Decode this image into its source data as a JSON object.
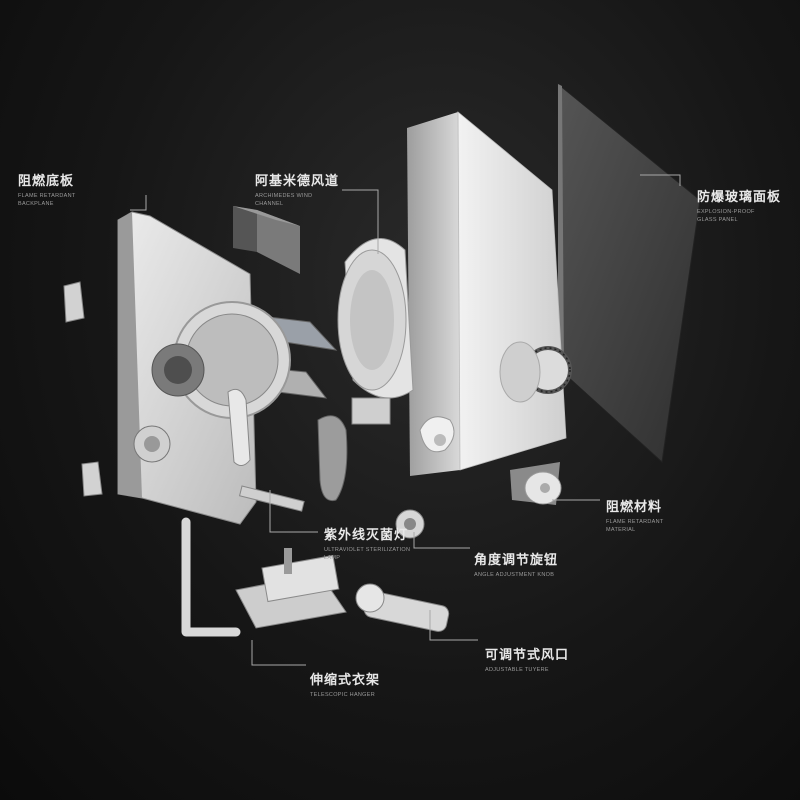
{
  "labels": {
    "backplane": {
      "zh": "阻燃底板",
      "en1": "FLAME RETARDANT",
      "en2": "BACKPLANE"
    },
    "wind": {
      "zh": "阿基米德风道",
      "en1": "ARCHIMEDES WIND",
      "en2": "CHANNEL"
    },
    "glass": {
      "zh": "防爆玻璃面板",
      "en1": "EXPLOSION-PROOF",
      "en2": "GLASS PANEL"
    },
    "material": {
      "zh": "阻燃材料",
      "en1": "FLAME RETARDANT",
      "en2": "MATERIAL"
    },
    "uv": {
      "zh": "紫外线灭菌灯",
      "en1": "ULTRAVIOLET STERILIZATION",
      "en2": "LAMP"
    },
    "knob": {
      "zh": "角度调节旋钮",
      "en1": "ANGLE ADJUSTMENT KNOB",
      "en2": ""
    },
    "tuyere": {
      "zh": "可调节式风口",
      "en1": "ADJUSTABLE TUYERE",
      "en2": ""
    },
    "hanger": {
      "zh": "伸缩式衣架",
      "en1": "TELESCOPIC HANGER",
      "en2": ""
    }
  },
  "colors": {
    "background": "#161616",
    "part_light": "#e6e6e6",
    "part_mid": "#bdbdbd",
    "part_dark": "#6e6e6e",
    "glass": "#3d3d3d",
    "leader": "#a8a8a8"
  }
}
